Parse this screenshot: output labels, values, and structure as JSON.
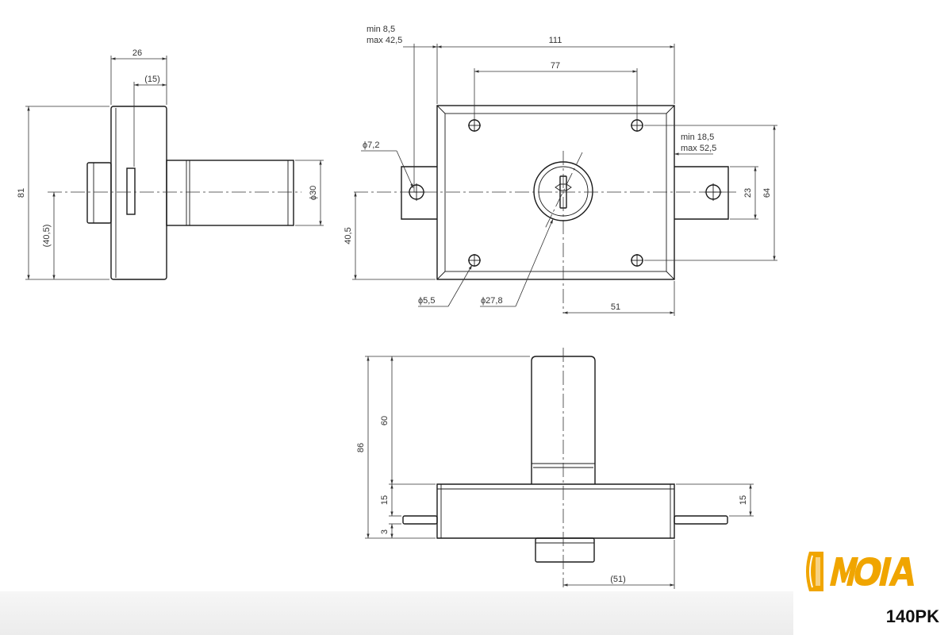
{
  "side_view": {
    "dim_width": "26",
    "dim_offset": "(15)",
    "dim_height": "81",
    "dim_center": "(40,5)",
    "dim_cylinder": "ϕ30"
  },
  "front_view": {
    "dim_min_left": "min 8,5",
    "dim_max_left": "max 42,5",
    "dim_total": "111",
    "dim_holes": "77",
    "dim_hole_dia": "ϕ7,2",
    "dim_min_right": "min 18,5",
    "dim_max_right": "max 52,5",
    "dim_23": "23",
    "dim_64": "64",
    "dim_405": "40,5",
    "dim_55": "ϕ5,5",
    "dim_278": "ϕ27,8",
    "dim_51": "51"
  },
  "top_view": {
    "dim_86": "86",
    "dim_60": "60",
    "dim_15_left": "15",
    "dim_3": "3",
    "dim_15_right": "15",
    "dim_51p": "(51)"
  },
  "brand": {
    "logo_text": "MOIA",
    "logo_color": "#f0a500",
    "model": "140PK"
  }
}
